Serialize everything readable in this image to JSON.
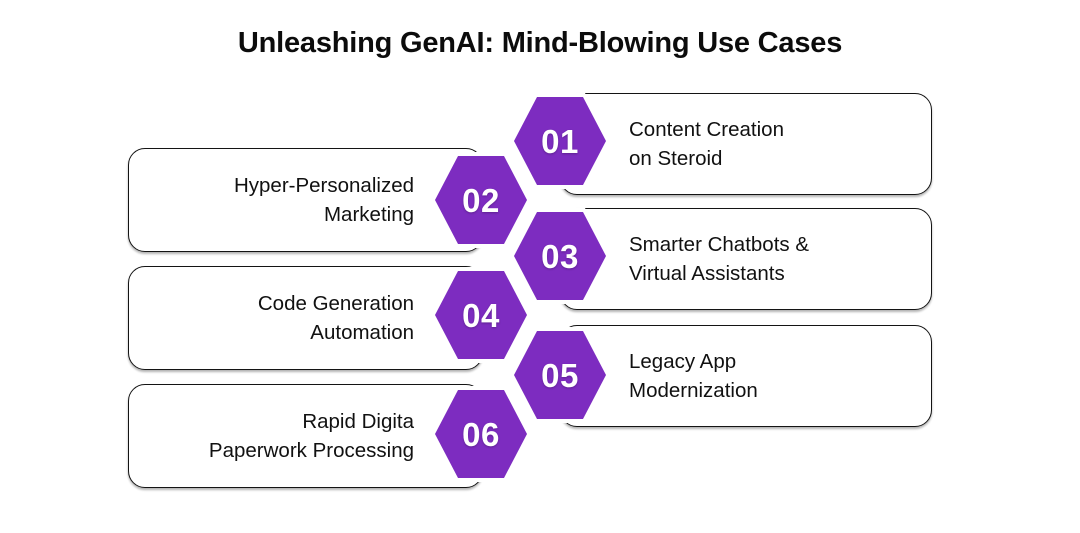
{
  "title": "Unleashing GenAI: Mind-Blowing Use Cases",
  "theme": {
    "accent_purple": "#7D2CC0",
    "card_border": "#141414",
    "text_color": "#111111",
    "background": "#FFFFFF"
  },
  "items": [
    {
      "number": "01",
      "label": "Content Creation\non Steroid",
      "side": "right"
    },
    {
      "number": "02",
      "label": "Hyper-Personalized\nMarketing",
      "side": "left"
    },
    {
      "number": "03",
      "label": "Smarter Chatbots &\nVirtual Assistants",
      "side": "right"
    },
    {
      "number": "04",
      "label": "Code Generation\nAutomation",
      "side": "left"
    },
    {
      "number": "05",
      "label": "Legacy App\nModernization",
      "side": "right"
    },
    {
      "number": "06",
      "label": "Rapid Digita\nPaperwork Processing",
      "side": "left"
    }
  ]
}
